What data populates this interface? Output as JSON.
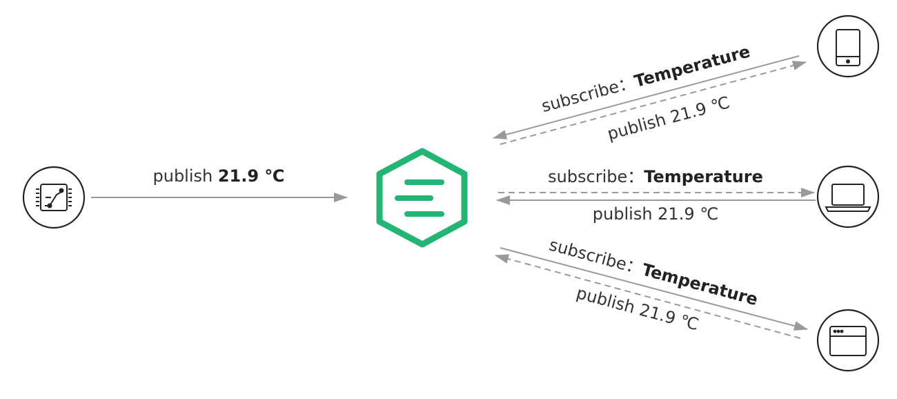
{
  "publisher": {
    "icon": "circuit-board-icon",
    "publish_label": {
      "prefix": "publish ",
      "value": "21.9 ℃"
    }
  },
  "broker": {
    "icon": "emqx-logo",
    "color": "#22b573"
  },
  "subscribers": [
    {
      "name": "phone",
      "icon": "smartphone-icon",
      "subscribe_label": {
        "prefix": "subscribe：",
        "topic": "Temperature"
      },
      "publish_label": "publish 21.9 ℃"
    },
    {
      "name": "laptop",
      "icon": "laptop-icon",
      "subscribe_label": {
        "prefix": "subscribe：",
        "topic": "Temperature"
      },
      "publish_label": "publish 21.9 ℃"
    },
    {
      "name": "browser",
      "icon": "browser-window-icon",
      "subscribe_label": {
        "prefix": "subscribe：",
        "topic": "Temperature"
      },
      "publish_label": "publish 21.9 ℃"
    }
  ],
  "colors": {
    "arrow": "#999999",
    "icon_stroke": "#222222"
  }
}
